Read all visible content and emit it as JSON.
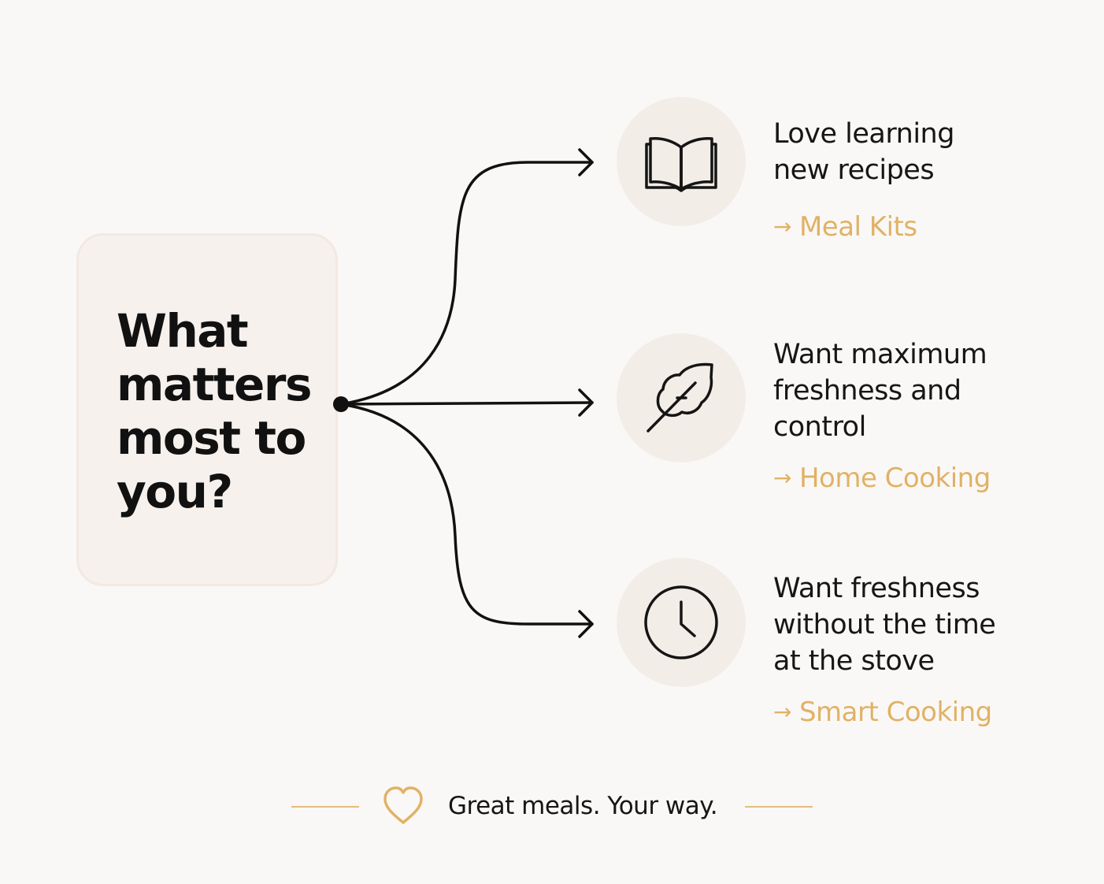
{
  "question": {
    "title": "What matters most to you?"
  },
  "options": [
    {
      "icon": "open-book-icon",
      "description": "Love learning new recipes",
      "link_arrow": "→",
      "link_label": "Meal Kits"
    },
    {
      "icon": "leaf-icon",
      "description": "Want maximum freshness and control",
      "link_arrow": "→",
      "link_label": "Home Cooking"
    },
    {
      "icon": "clock-icon",
      "description": "Want freshness without the time at the stove",
      "link_arrow": "→",
      "link_label": "Smart Cooking"
    }
  ],
  "footer": {
    "icon": "heart-icon",
    "tagline": "Great meals. Your way."
  },
  "colors": {
    "background": "#faf8f6",
    "card": "#f6f1ec",
    "icon_circle": "#f3ede7",
    "accent": "#e0b266",
    "text": "#151515"
  }
}
